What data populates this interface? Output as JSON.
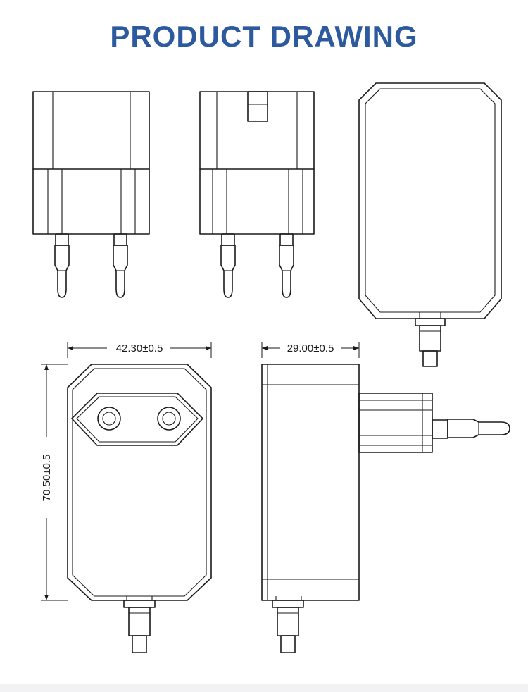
{
  "header": {
    "title": "PRODUCT DRAWING"
  },
  "dimensions": {
    "width": "42.30±0.5",
    "depth": "29.00±0.5",
    "height": "70.50±0.5"
  },
  "colors": {
    "title": "#2d5a9e",
    "line": "#1a1a1a",
    "background": "#ffffff",
    "bottom_strip": "#f2f2f4"
  }
}
